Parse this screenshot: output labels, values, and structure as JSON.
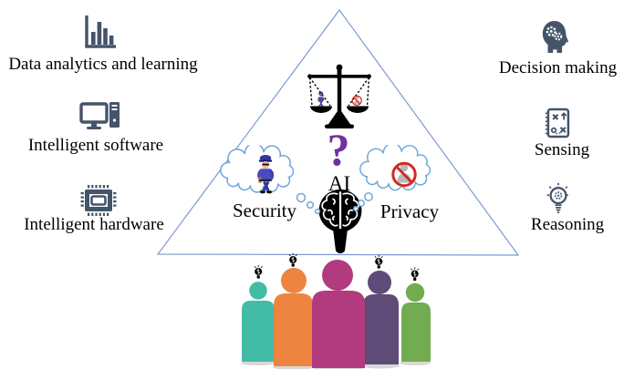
{
  "left_features": [
    {
      "label": "Data analytics and learning",
      "icon": "bar-chart-icon"
    },
    {
      "label": "Intelligent software",
      "icon": "computer-icon"
    },
    {
      "label": "Intelligent hardware",
      "icon": "chip-icon"
    }
  ],
  "right_features": [
    {
      "label": "Decision making",
      "icon": "head-gears-icon"
    },
    {
      "label": "Sensing",
      "icon": "strategy-icon"
    },
    {
      "label": "Reasoning",
      "icon": "idea-bulb-icon"
    }
  ],
  "center": {
    "question_mark": "?",
    "ai_label": "AI",
    "security_label": "Security",
    "privacy_label": "Privacy"
  },
  "people": {
    "count": 5,
    "colors": [
      "#43BCA6",
      "#ED8540",
      "#B23A7E",
      "#5F4B77",
      "#71AC50"
    ]
  },
  "colors": {
    "feature_icon": "#44546A",
    "triangle_stroke": "#7C9AD1",
    "cloud_stroke": "#6FA8DC",
    "question_mark": "#7030A0",
    "prohibition": "#CF2B25",
    "scale": "#000000"
  }
}
